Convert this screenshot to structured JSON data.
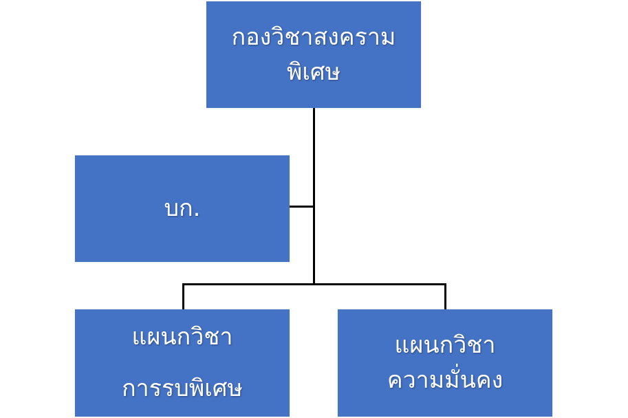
{
  "chart_data": {
    "type": "org-chart",
    "nodes": [
      {
        "id": "root",
        "lines": [
          "กองวิชาสงคราม",
          "พิเศษ"
        ]
      },
      {
        "id": "hq",
        "lines": [
          "บก."
        ],
        "parent": "root",
        "relation": "staff"
      },
      {
        "id": "special-ops",
        "lines": [
          "แผนกวิชา",
          "การรบพิเศษ"
        ],
        "parent": "root"
      },
      {
        "id": "security",
        "lines": [
          "แผนกวิชา",
          "ความมั่นคง"
        ],
        "parent": "root"
      }
    ]
  },
  "colors": {
    "box": "#4472C4",
    "text": "#FFFFFF",
    "line": "#000000"
  }
}
